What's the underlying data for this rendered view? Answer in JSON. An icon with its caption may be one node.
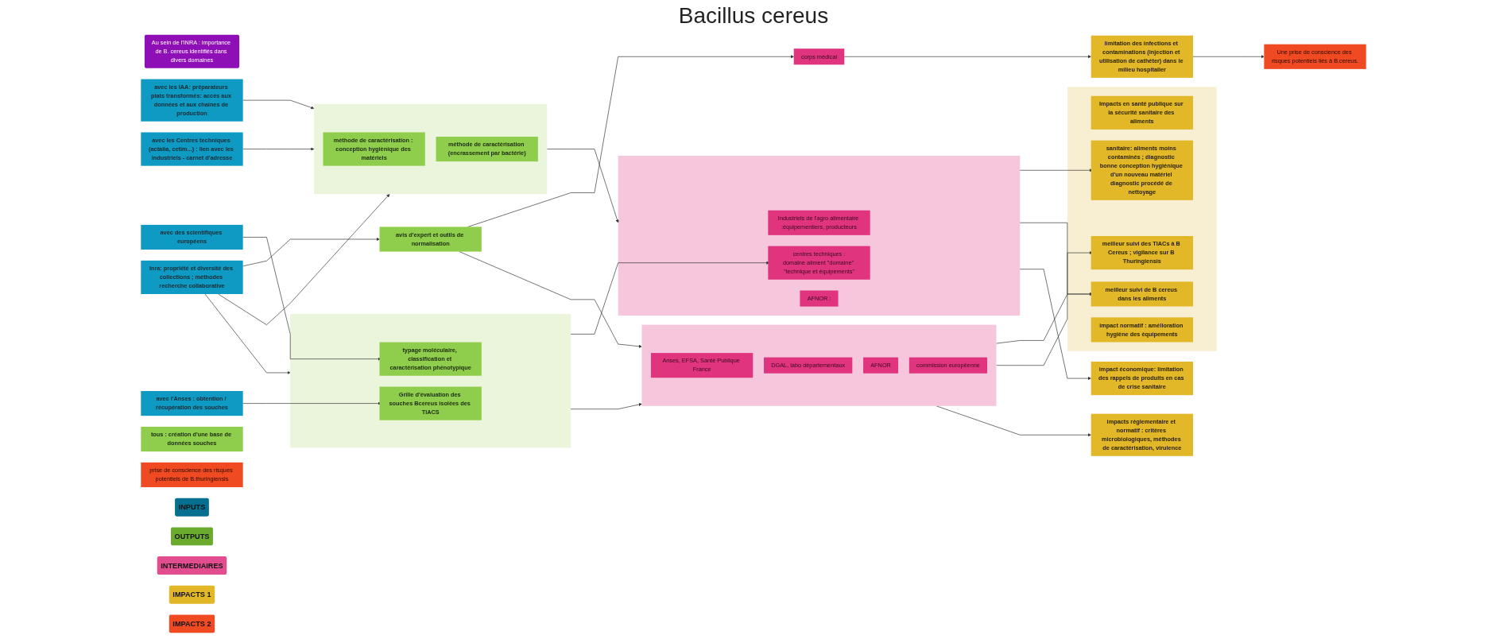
{
  "diagram": {
    "title": "Bacillus cereus",
    "nodes": [
      {
        "text": [
          "Au sein de l'INRA : importance de B. cereus identifiés dans divers domaines"
        ]
      },
      {
        "text": [
          "Inra: propriété et diversité des collections ; méthodes recherche collaborative"
        ]
      },
      {
        "text": [
          "avec les IAA: préparateurs plats transformés: accès aux données et aux chaines de production"
        ]
      },
      {
        "text": [
          "avec les Centres techniques (actalia, cetim...) : lien avec les industriels - carnet d'adresse"
        ]
      },
      {
        "text": [
          "avec des scientifiques européens"
        ]
      },
      {
        "text": [
          "avec l'Anses : obtention / récupération des souches"
        ]
      },
      {
        "text": [
          "avis d'expert et outils de normalisation"
        ]
      },
      {
        "text": [],
        "shape": "box"
      },
      {
        "text": [
          "méthode de caractérisation : conception hygiènique des matériels"
        ],
        "in": 7
      },
      {
        "text": [
          "méthode de caractérisation (encrassement par bactérie)"
        ],
        "in": 7
      },
      {
        "text": [],
        "shape": "box"
      },
      {
        "text": [
          "typage moléculaire, classification et caractérisation phénotypique"
        ],
        "in": 10
      },
      {
        "text": [
          "Grille d'évaluation des souches Bcereus isolées des TIACS"
        ],
        "in": 10
      },
      {
        "text": [
          "tous : création d'une base de données souches"
        ]
      },
      {
        "text": [],
        "shape": "box"
      },
      {
        "text": [
          "Industriels de l'agro alimentaire :équipementiers, producteurs"
        ],
        "in": 14
      },
      {
        "text": [
          "centres techniques :",
          "domaine aliment \"domaine\" \"technique et équipements\""
        ],
        "in": 14
      },
      {
        "text": [
          "AFNOR :"
        ],
        "in": 14
      },
      {
        "text": [],
        "shape": "box"
      },
      {
        "text": [
          "Anses, EFSA, Santé Publique France"
        ],
        "in": 18
      },
      {
        "text": [
          "DGAL, labo départementaux"
        ],
        "in": 18
      },
      {
        "text": [
          "AFNOR"
        ],
        "in": 18
      },
      {
        "text": [
          "commission européenne"
        ],
        "in": 18
      },
      {
        "text": [
          "corps médical"
        ]
      },
      {
        "text": [],
        "shape": "box"
      },
      {
        "text": [
          "Impacts en santé publique sur la sécurité sanitaire des aliments"
        ],
        "in": 24
      },
      {
        "text": [
          "sanitaire: aliments moins contaminés ; diagnostic bonne conception hygiénique d'un nouveau matériel diagnostic procédé de nettoyage"
        ],
        "in": 24
      },
      {
        "text": [
          "meilleur suivi des TIACs à B Cereus ; vigilance sur B Thuringiensis"
        ],
        "in": 24
      },
      {
        "text": [
          "meilleur suivi de B cereus dans les aliments"
        ],
        "in": 24
      },
      {
        "text": [
          "impact normatif : amélioration hygiène des équipements"
        ],
        "in": 24
      },
      {
        "text": [
          "impacts réglementaire et normatif : critères microbiologiques, méthodes de caractérisation, virulence"
        ]
      },
      {
        "text": [
          "impact économique: limitation des rappels de produits en cas de crise sanitaire"
        ]
      },
      {
        "text": [
          "limitation des infections et contaminations (injection et utilisation de cathéter) dans le milieu hospitalier"
        ]
      },
      {
        "text": [
          "prise de conscience des risques potentiels de B.thuringiensis"
        ]
      },
      {
        "text": [
          "Une prise de conscience des risques potentiels liés à B.cereus."
        ]
      },
      {
        "text": [
          "INPUTS"
        ]
      },
      {
        "text": [
          "OUTPUTS"
        ]
      },
      {
        "text": [
          "INTERMEDIAIRES"
        ]
      },
      {
        "text": [
          "IMPACTS 1"
        ]
      },
      {
        "text": [
          "IMPACTS 2"
        ]
      }
    ],
    "edges": [
      {
        "from": 1,
        "to": 6,
        "arrow": "to"
      },
      {
        "from": 1,
        "to": 7,
        "arrow": "to"
      },
      {
        "from": 1,
        "to": 10,
        "arrow": "to"
      },
      {
        "from": 2,
        "to": 7,
        "arrow": "to"
      },
      {
        "from": 3,
        "to": 7,
        "arrow": "to"
      },
      {
        "from": 4,
        "to": 11,
        "arrow": "to"
      },
      {
        "from": 5,
        "to": 12,
        "arrow": "to"
      },
      {
        "from": 7,
        "to": 14,
        "arrow": "to"
      },
      {
        "from": 10,
        "to": 16,
        "arrow": "to"
      },
      {
        "from": 10,
        "to": 18,
        "arrow": "to"
      },
      {
        "from": 6,
        "to": 18,
        "arrow": "to"
      },
      {
        "from": 6,
        "to": 23,
        "arrow": "to"
      },
      {
        "from": 14,
        "to": 26,
        "arrow": "to"
      },
      {
        "from": 14,
        "to": 28,
        "arrow": "to"
      },
      {
        "from": 14,
        "to": 31,
        "arrow": "to"
      },
      {
        "from": 18,
        "to": 27,
        "arrow": "to"
      },
      {
        "from": 18,
        "to": 28,
        "arrow": "to"
      },
      {
        "from": 18,
        "to": 30,
        "arrow": "to"
      },
      {
        "from": 23,
        "to": 32,
        "arrow": "to"
      },
      {
        "from": 32,
        "to": 34,
        "arrow": "to"
      }
    ]
  }
}
